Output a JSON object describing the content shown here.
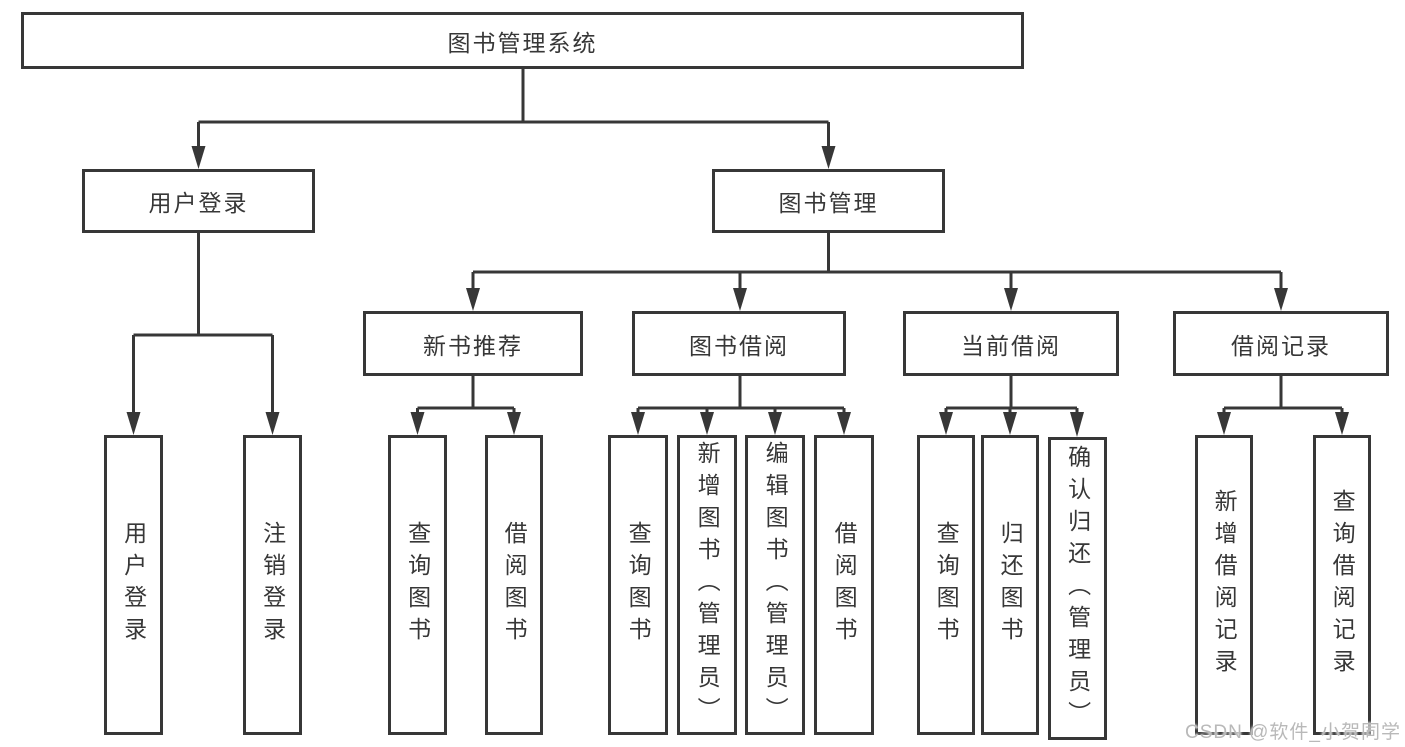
{
  "diagram": {
    "root": {
      "label": "图书管理系统"
    },
    "branches": [
      {
        "label": "用户登录",
        "children": [
          {
            "label": "用户登录"
          },
          {
            "label": "注销登录"
          }
        ]
      },
      {
        "label": "图书管理",
        "sections": [
          {
            "label": "新书推荐",
            "children": [
              {
                "label": "查询图书"
              },
              {
                "label": "借阅图书"
              }
            ]
          },
          {
            "label": "图书借阅",
            "children": [
              {
                "label": "查询图书"
              },
              {
                "label": "新增图书（管理员）"
              },
              {
                "label": "编辑图书（管理员）"
              },
              {
                "label": "借阅图书"
              }
            ]
          },
          {
            "label": "当前借阅",
            "children": [
              {
                "label": "查询图书"
              },
              {
                "label": "归还图书"
              },
              {
                "label": "确认归还（管理员）"
              }
            ]
          },
          {
            "label": "借阅记录",
            "children": [
              {
                "label": "新增借阅记录"
              },
              {
                "label": "查询借阅记录"
              }
            ]
          }
        ]
      }
    ],
    "watermark": "CSDN @软件_小贺同学",
    "colors": {
      "line": "#373737",
      "text": "#373737",
      "watermark": "#b9b9b9",
      "background": "#ffffff"
    }
  }
}
